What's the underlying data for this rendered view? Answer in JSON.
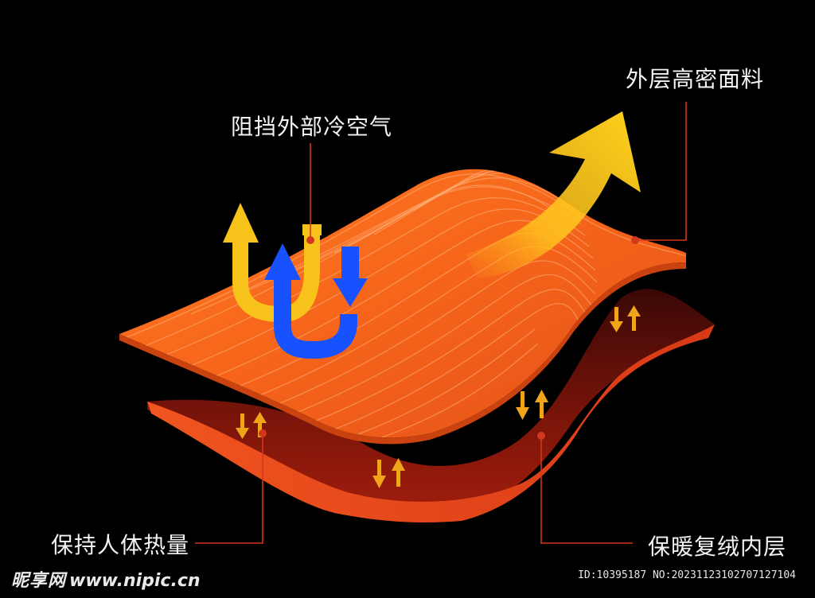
{
  "labels": {
    "outer_fabric": "外层高密面料",
    "block_cold_air": "阻挡外部冷空气",
    "retain_body_heat": "保持人体热量",
    "warm_inner_layer": "保暖复绒内层"
  },
  "watermark": {
    "brand": "昵享网",
    "url": "www.nipic.cn",
    "id_text": "ID:10395187 NO:20231123102707127104"
  },
  "colors": {
    "background": "#000000",
    "outer_layer": "#f26a1b",
    "inner_layer": "#6e1208",
    "inner_edge": "#e2441a",
    "warm_arrow": "#f7c21a",
    "cold_arrow": "#1852ff",
    "leader_line": "#d2381d"
  }
}
